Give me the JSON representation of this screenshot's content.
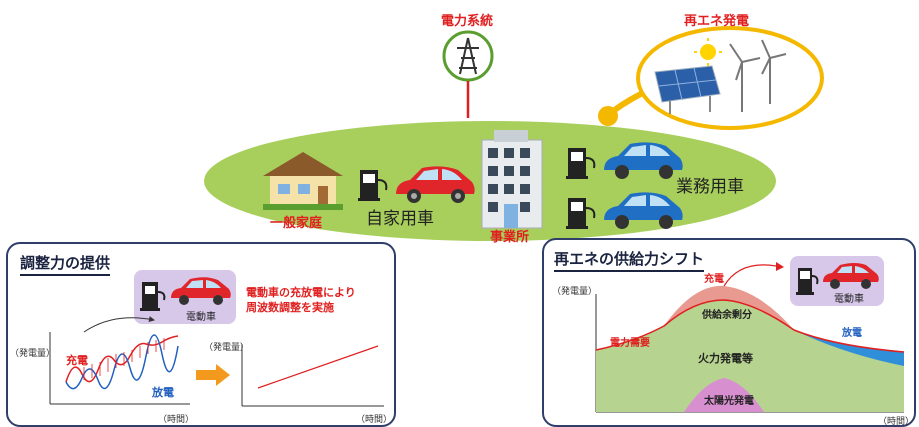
{
  "top": {
    "grid_label": "電力系統",
    "renewable_label": "再エネ発電",
    "home_label": "一般家庭",
    "private_car_label": "自家用車",
    "office_label": "事業所",
    "business_car_label": "業務用車"
  },
  "left_panel": {
    "title": "調整力の提供",
    "ev_label": "電動車",
    "description_line1": "電動車の充放電により",
    "description_line2": "周波数調整を実施",
    "y_axis_1": "（発電量）",
    "y_axis_2": "（発電量）",
    "charge_label": "充電",
    "discharge_label": "放電",
    "x_axis_1": "（時間）",
    "x_axis_2": "（時間）"
  },
  "right_panel": {
    "title": "再エネの供給力シフト",
    "charge_label": "充電",
    "ev_label": "電動車",
    "y_axis": "（発電量）",
    "surplus_label": "供給余剰分",
    "demand_label": "電力需要",
    "thermal_label": "火力発電等",
    "discharge_label": "放電",
    "solar_label": "太陽光発電",
    "x_axis": "（時間）"
  },
  "colors": {
    "ellipse_green": "#a8cf5c",
    "panel_border": "#2f3f6a",
    "red": "#e02020",
    "blue": "#2060c0",
    "ev_box": "#d7c8ea"
  }
}
